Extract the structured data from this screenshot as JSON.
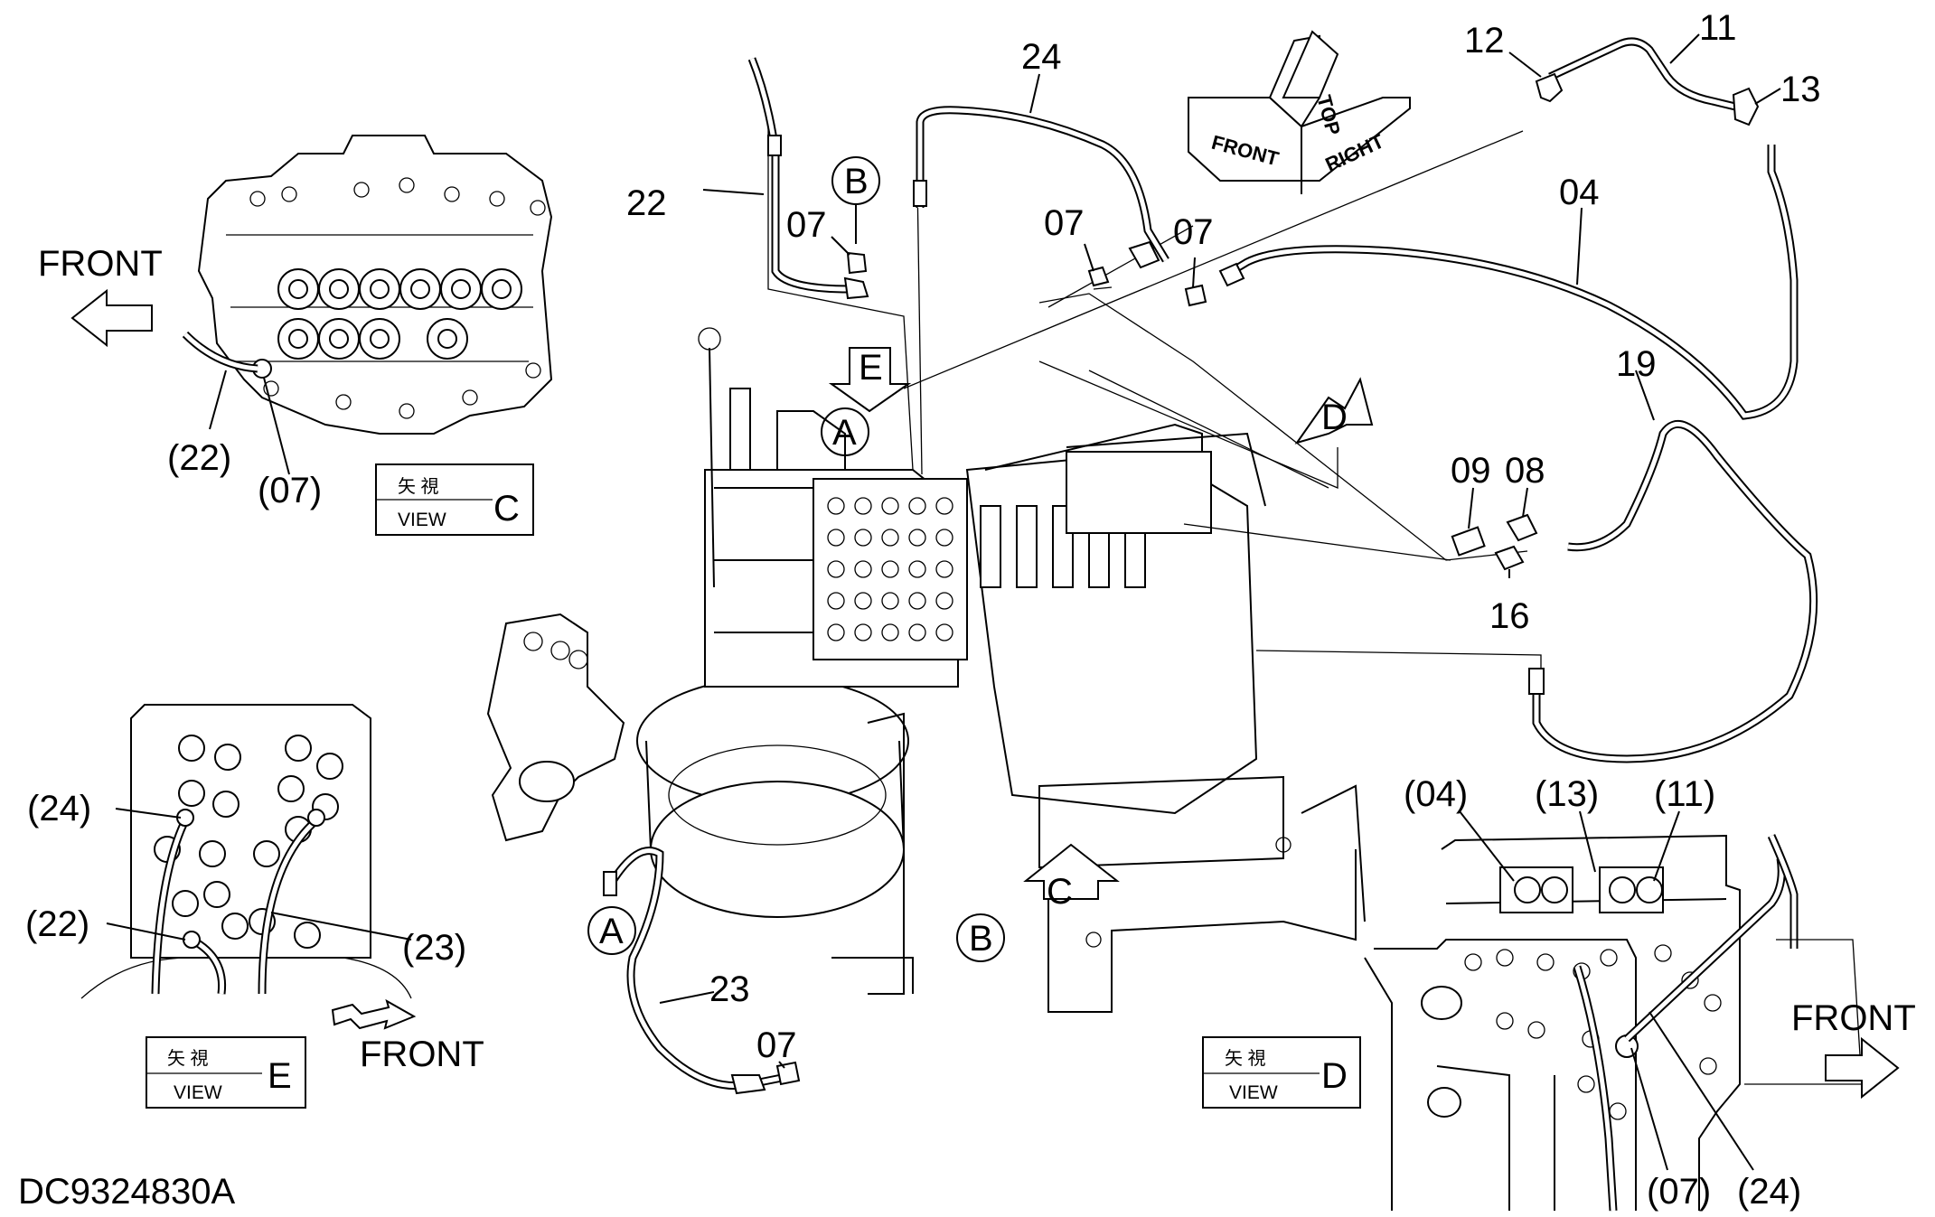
{
  "drawing_id": "DC9324830A",
  "orientation_cube": {
    "top": "TOP",
    "front": "FRONT",
    "right": "RIGHT"
  },
  "direction_labels": {
    "view_c_front": "FRONT",
    "view_e_front": "FRONT",
    "view_d_front": "FRONT"
  },
  "view_markers": {
    "a_top": "A",
    "a_bottom": "A",
    "b_top": "B",
    "b_bottom": "B",
    "e_arrow": "E",
    "d_arrow": "D",
    "c_arrow": "C"
  },
  "view_boxes": [
    {
      "jp": "矢 視",
      "en": "VIEW",
      "letter": "C"
    },
    {
      "jp": "矢 視",
      "en": "VIEW",
      "letter": "E"
    },
    {
      "jp": "矢 視",
      "en": "VIEW",
      "letter": "D"
    }
  ],
  "part_labels": {
    "p22": "22",
    "p24": "24",
    "p07_b": "07",
    "p07_mid1": "07",
    "p07_mid2": "07",
    "p07_bottom": "07",
    "p12": "12",
    "p11": "11",
    "p13": "13",
    "p04": "04",
    "p19": "19",
    "p09": "09",
    "p08": "08",
    "p16": "16",
    "p23": "23"
  },
  "view_c_labels": {
    "ref22": "(22)",
    "ref07": "(07)"
  },
  "view_e_labels": {
    "ref24": "(24)",
    "ref22": "(22)",
    "ref23": "(23)"
  },
  "view_d_labels": {
    "ref04": "(04)",
    "ref13": "(13)",
    "ref11": "(11)",
    "ref07": "(07)",
    "ref24": "(24)"
  }
}
